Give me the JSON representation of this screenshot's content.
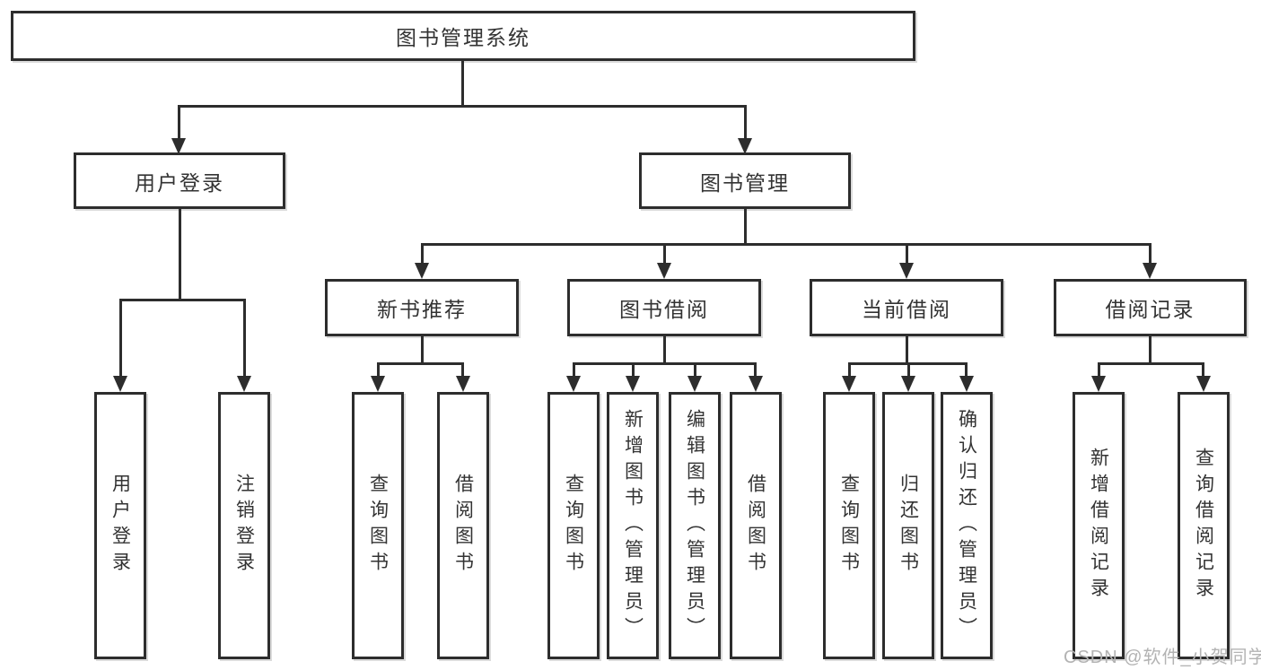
{
  "diagram": {
    "root": {
      "label": "图书管理系统"
    },
    "level2": [
      {
        "label": "用户登录"
      },
      {
        "label": "图书管理"
      }
    ],
    "level3": [
      {
        "label": "新书推荐",
        "parent": "图书管理"
      },
      {
        "label": "图书借阅",
        "parent": "图书管理"
      },
      {
        "label": "当前借阅",
        "parent": "图书管理"
      },
      {
        "label": "借阅记录",
        "parent": "图书管理"
      }
    ],
    "leaves": [
      {
        "label": "用户登录",
        "parent": "用户登录"
      },
      {
        "label": "注销登录",
        "parent": "用户登录"
      },
      {
        "label": "查询图书",
        "parent": "新书推荐"
      },
      {
        "label": "借阅图书",
        "parent": "新书推荐"
      },
      {
        "label": "查询图书",
        "parent": "图书借阅"
      },
      {
        "label": "新增图书（管理员）",
        "parent": "图书借阅"
      },
      {
        "label": "编辑图书（管理员）",
        "parent": "图书借阅"
      },
      {
        "label": "借阅图书",
        "parent": "图书借阅"
      },
      {
        "label": "查询图书",
        "parent": "当前借阅"
      },
      {
        "label": "归还图书",
        "parent": "当前借阅"
      },
      {
        "label": "确认归还（管理员）",
        "parent": "当前借阅"
      },
      {
        "label": "新增借阅记录",
        "parent": "借阅记录"
      },
      {
        "label": "查询借阅记录",
        "parent": "借阅记录"
      }
    ]
  },
  "watermark": {
    "text": "CSDN @软件_小贺同学",
    "color": "#b3b3b3"
  },
  "colors": {
    "line": "#2d2d2d",
    "text": "#333333",
    "background": "#ffffff"
  }
}
